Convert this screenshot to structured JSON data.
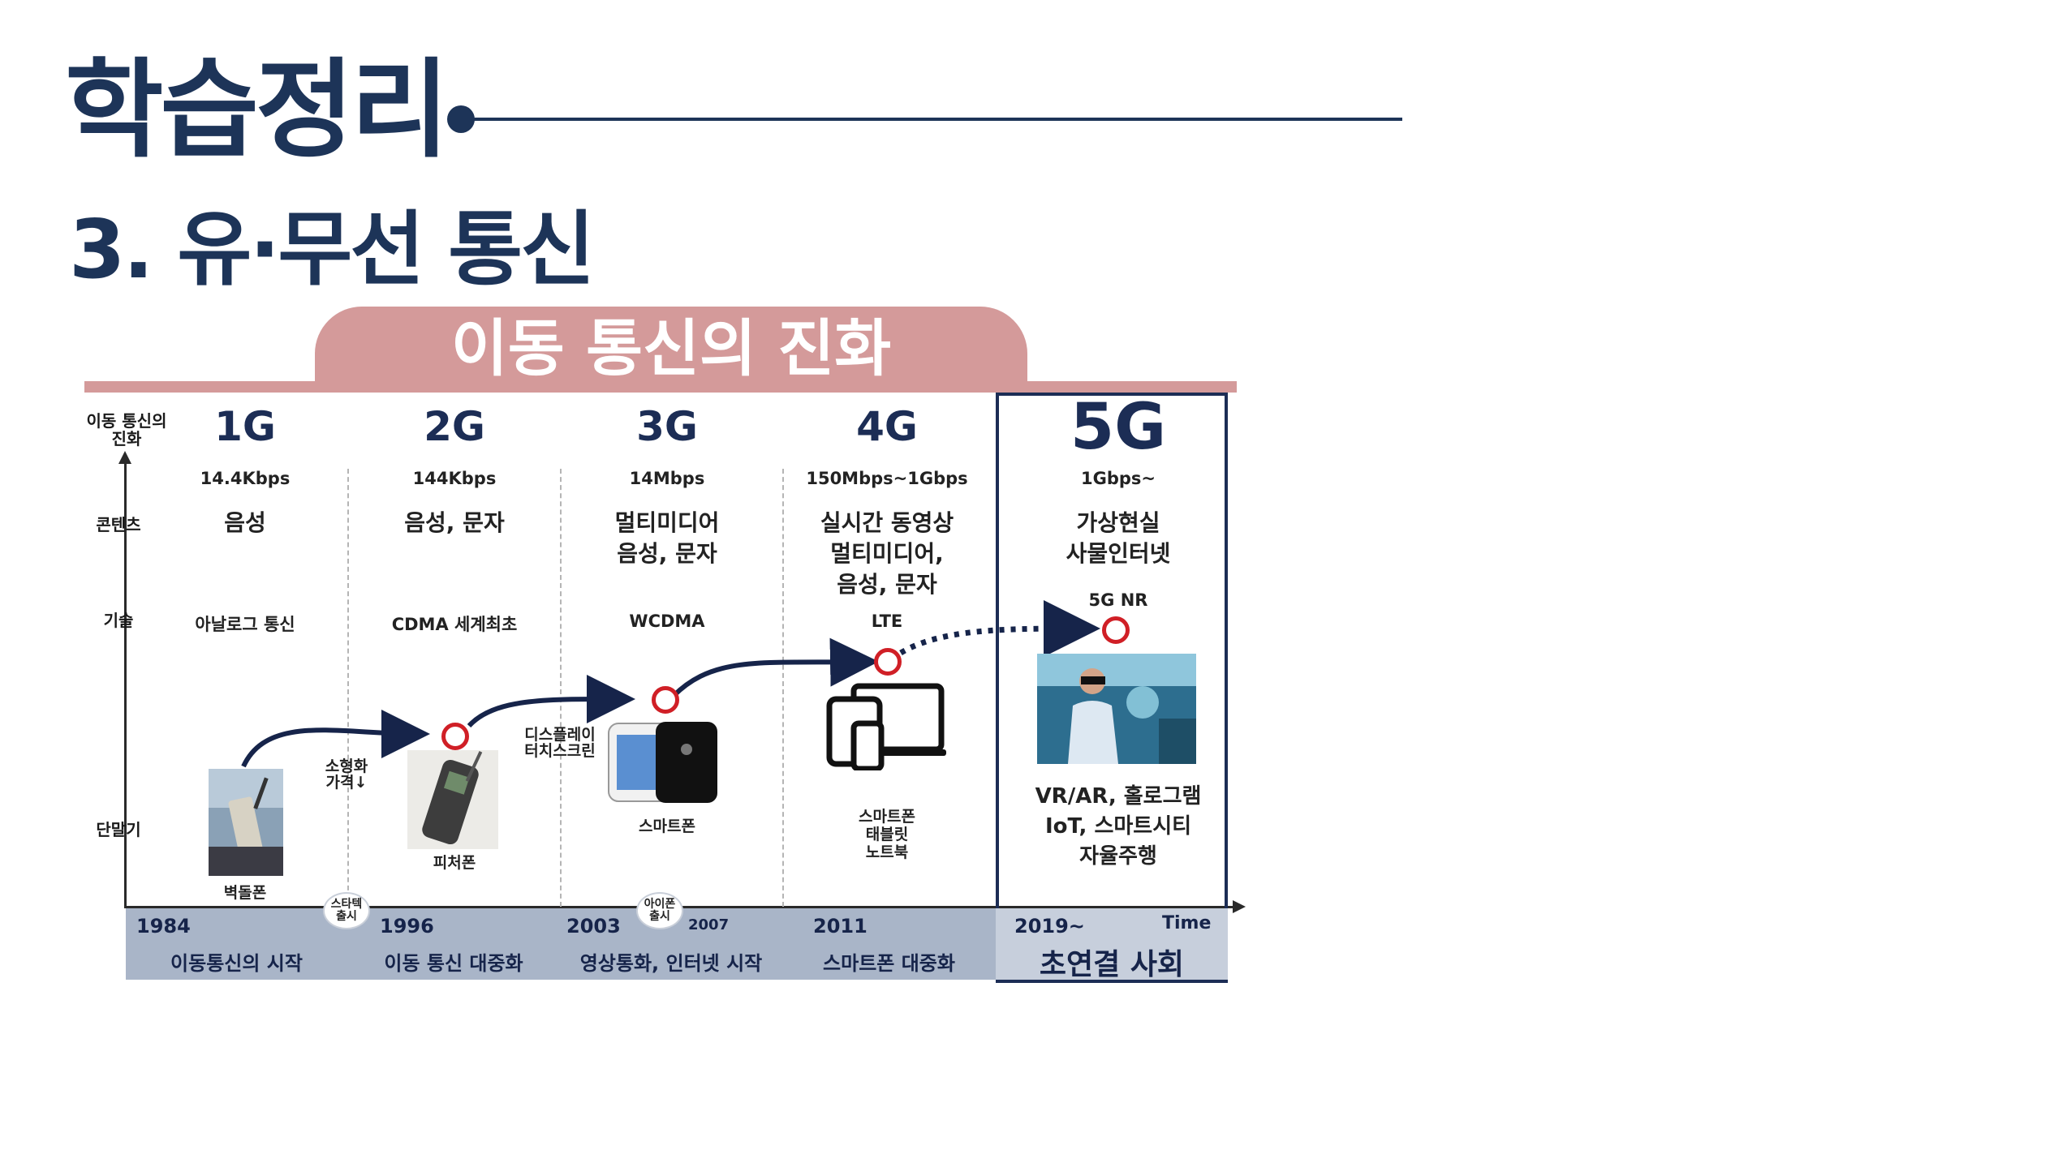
{
  "header": {
    "title": "학습정리",
    "subtitle": "3. 유·무선 통신"
  },
  "banner": {
    "title": "이동 통신의 진화"
  },
  "rows": {
    "evolution": "이동 통신의\n진화",
    "content": "콘텐츠",
    "tech": "기술",
    "device": "단말기",
    "time": "Time"
  },
  "generations": [
    {
      "name": "1G",
      "speed": "14.4Kbps",
      "content": "음성",
      "tech": "아날로그 통신",
      "device": "벽돌폰",
      "year": "1984",
      "era": "이동통신의 시작"
    },
    {
      "name": "2G",
      "speed": "144Kbps",
      "content": "음성, 문자",
      "tech": "CDMA 세계최초",
      "device": "피처폰",
      "year": "1996",
      "era": "이동 통신 대중화"
    },
    {
      "name": "3G",
      "speed": "14Mbps",
      "content": "멀티미디어\n음성, 문자",
      "tech": "WCDMA",
      "device": "스마트폰",
      "year": "2003",
      "year2": "2007",
      "era": "영상통화, 인터넷 시작"
    },
    {
      "name": "4G",
      "speed": "150Mbps~1Gbps",
      "content": "실시간 동영상\n멀티미디어,\n음성, 문자",
      "tech": "LTE",
      "device": "스마트폰\n태블릿\n노트북",
      "year": "2011",
      "era": "스마트폰 대중화"
    },
    {
      "name": "5G",
      "speed": "1Gbps~",
      "content": "가상현실\n사물인터넷",
      "tech": "5G NR",
      "device": "VR/AR, 홀로그램\nIoT, 스마트시티\n자율주행",
      "year": "2019~",
      "era": "초연결 사회"
    }
  ],
  "annotations": {
    "miniaturize": "소형화\n가격↓",
    "display": "디스플레이\n터치스크린"
  },
  "badges": {
    "startac": "스타텍\n출시",
    "iphone": "아이폰\n출시"
  },
  "colors": {
    "navy": "#1d3458",
    "pink": "#d49a9a",
    "red": "#d01f26",
    "era": "#a9b5c8"
  },
  "icons": [
    "brick-phone-image",
    "flip-phone-image",
    "iphone-image",
    "devices-icon",
    "vr-person-image"
  ]
}
